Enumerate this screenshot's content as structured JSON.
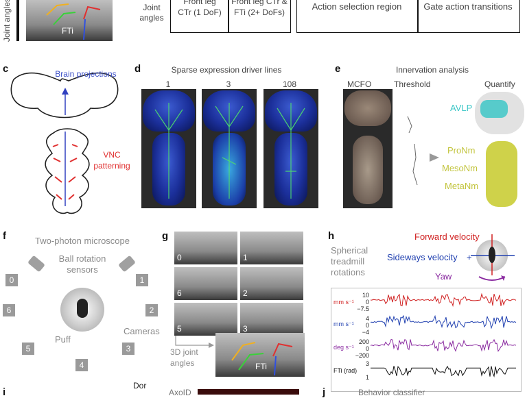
{
  "panel_a": {
    "axis_label": "Joint angles",
    "fti": "FTi"
  },
  "panel_b_table": {
    "row_label": "Joint angles",
    "col1": "Front leg CTr (1 DoF)",
    "col2": "Front leg CTr & FTi (2+ DoFs)",
    "col3": "Action selection region",
    "col4": "Gate action transitions"
  },
  "panel_c": {
    "label": "c",
    "brain": "Brain projections",
    "vnc": "VNC patterning"
  },
  "panel_d": {
    "label": "d",
    "title": "Sparse expression driver lines",
    "lines": [
      "1",
      "3",
      "108"
    ]
  },
  "panel_e": {
    "label": "e",
    "title": "Innervation analysis",
    "mcfo": "MCFO",
    "threshold": "Threshold",
    "quantify": "Quantify",
    "regions": [
      "AVLP",
      "ProNm",
      "MesoNm",
      "MetaNm"
    ]
  },
  "panel_f": {
    "label": "f",
    "title": "Two-photon microscope",
    "sensors": "Ball rotation sensors",
    "cameras": "Cameras",
    "puff": "Puff",
    "camera_ids": [
      "0",
      "1",
      "2",
      "3",
      "4",
      "5",
      "6"
    ]
  },
  "panel_g": {
    "label": "g",
    "frames": [
      "0",
      "1",
      "6",
      "2",
      "5",
      "3"
    ],
    "joint_label": "3D joint angles",
    "fti": "FTi"
  },
  "panel_h": {
    "label": "h",
    "heading": "Spherical treadmill rotations",
    "forward": "Forward velocity",
    "sideways": "Sideways velocity",
    "yaw": "Yaw",
    "plus": "+",
    "units": [
      "mm s⁻¹",
      "mm s⁻¹",
      "deg s⁻¹",
      "FTi (rad)"
    ],
    "ticks": [
      [
        "10",
        "0",
        "−7.5"
      ],
      [
        "4",
        "0",
        "−4"
      ],
      [
        "200",
        "0",
        "−200"
      ],
      [
        "3",
        "1"
      ]
    ]
  },
  "footer": {
    "i": "i",
    "dor": "Dor",
    "axoid": "AxoID",
    "j": "j",
    "behav": "Behavior classifier"
  },
  "colors": {
    "forward": "#d02020",
    "sideways": "#2040b0",
    "yaw": "#8a2aa0",
    "fti": "#111111",
    "region": "#cfd24a",
    "avlp": "#3ec7c7"
  }
}
